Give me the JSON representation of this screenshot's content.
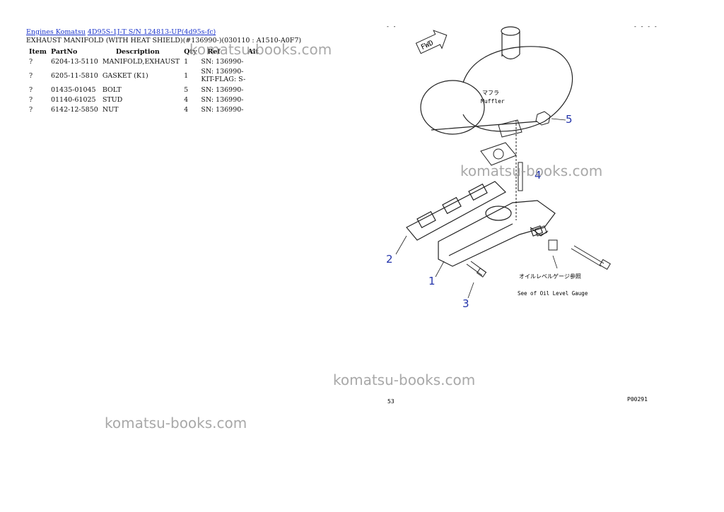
{
  "breadcrumb": {
    "part1": "Engines Komatsu",
    "part2": "4D95S-1J-T S/N 124813-UP(4d95s-fc)"
  },
  "page_title": "EXHAUST MANIFOLD (WITH HEAT SHIELD)(#136990-)(030110 : A1510-A0F7)",
  "table": {
    "headers": [
      "Item",
      "PartNo",
      "Description",
      "Qty",
      "Ref",
      "Alt"
    ],
    "rows": [
      {
        "item": "?",
        "partno": "6204-13-5110",
        "description": "MANIFOLD,EXHAUST",
        "qty": "1",
        "ref": "SN: 136990-",
        "ref2": ""
      },
      {
        "item": "?",
        "partno": "6205-11-5810",
        "description": "GASKET (K1)",
        "qty": "1",
        "ref": "SN: 136990-",
        "ref2": "KIT-FLAG: S-"
      },
      {
        "item": "?",
        "partno": "01435-01045",
        "description": "BOLT",
        "qty": "5",
        "ref": "SN: 136990-",
        "ref2": ""
      },
      {
        "item": "?",
        "partno": "01140-61025",
        "description": "STUD",
        "qty": "4",
        "ref": "SN: 136990-",
        "ref2": ""
      },
      {
        "item": "?",
        "partno": "6142-12-5850",
        "description": "NUT",
        "qty": "4",
        "ref": "SN: 136990-",
        "ref2": ""
      }
    ]
  },
  "watermark": "komatsu-books.com",
  "diagram": {
    "corner_left": "- -",
    "corner_right": "- - - -",
    "fwd_label": "FWD",
    "muffler_jp": "マフラ",
    "muffler_en": "Muffler",
    "oil_gauge_jp": "オイルレベルゲージ参照",
    "oil_gauge_en": "See of Oil Level Gauge",
    "callouts": [
      "1",
      "2",
      "3",
      "4",
      "5"
    ],
    "page_number": "53",
    "figure_code": "P00291"
  }
}
